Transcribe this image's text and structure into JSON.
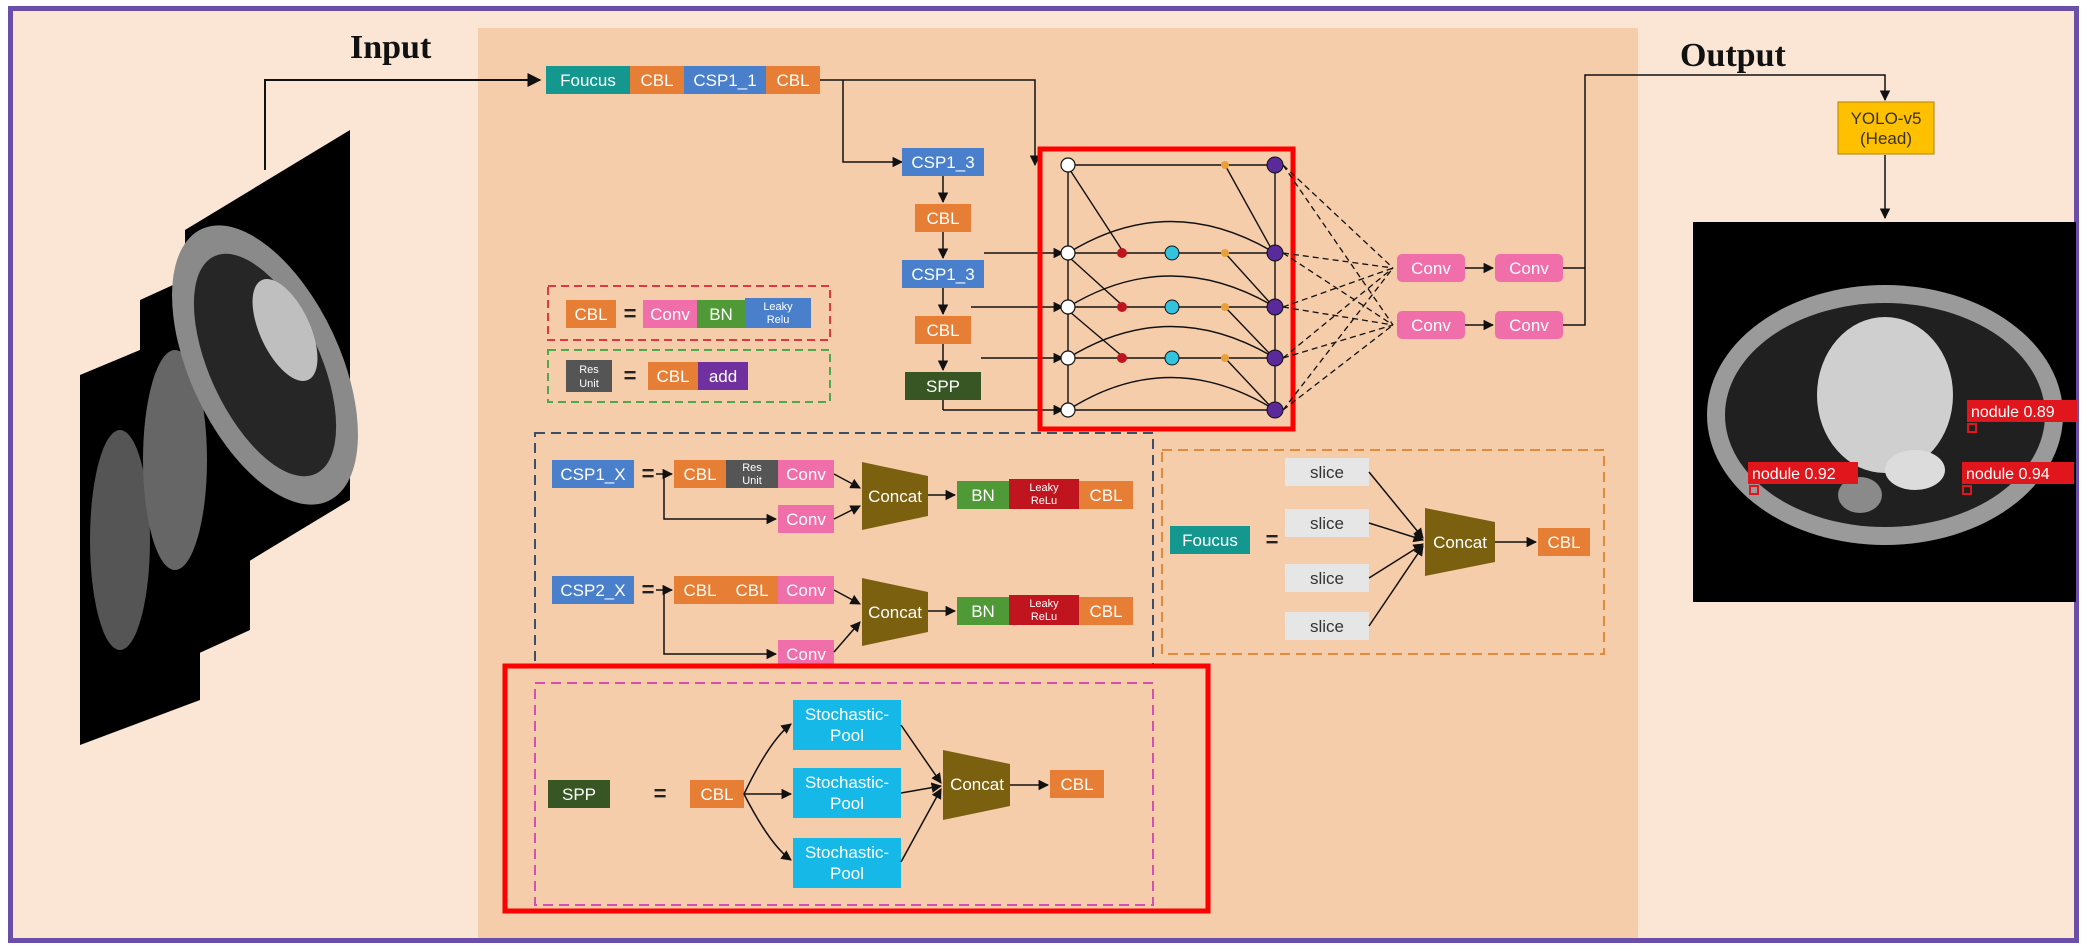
{
  "titles": {
    "input": "Input",
    "output": "Output"
  },
  "backbone": {
    "focus": "Foucus",
    "cbl": "CBL",
    "csp1_1": "CSP1_1",
    "csp1_3": "CSP1_3",
    "spp": "SPP"
  },
  "head": {
    "conv": "Conv",
    "yolo_line1": "YOLO-v5",
    "yolo_line2": "(Head)"
  },
  "legend": {
    "cbl": "CBL",
    "conv": "Conv",
    "bn": "BN",
    "leaky1": "Leaky",
    "leaky2": "Relu",
    "res1": "Res",
    "res2": "Unit",
    "add": "add",
    "equals": "="
  },
  "csp": {
    "csp1_x": "CSP1_X",
    "csp2_x": "CSP2_X",
    "cbl": "CBL",
    "res1": "Res",
    "res2": "Unit",
    "conv": "Conv",
    "concat": "Concat",
    "bn": "BN",
    "leaky1": "Leaky",
    "leaky2": "ReLu"
  },
  "focus_module": {
    "name": "Foucus",
    "slice": "slice",
    "concat": "Concat",
    "cbl": "CBL"
  },
  "spp_module": {
    "name": "SPP",
    "cbl": "CBL",
    "pool1": "Stochastic-",
    "pool2": "Pool",
    "concat": "Concat"
  },
  "detections": [
    {
      "label": "nodule  0.89"
    },
    {
      "label": "nodule  0.92"
    },
    {
      "label": "nodule  0.94"
    }
  ],
  "colors": {
    "frame": "#6b4ea8",
    "background": "#fbe6d6",
    "panel": "#f6cdab",
    "cbl": "#e67e35",
    "csp": "#4a7fcc",
    "focus": "#13978f",
    "conv": "#f06ea9",
    "bn": "#4f9a36",
    "leaky": "#c0141f",
    "concat": "#7b6010",
    "spp": "#375623",
    "stochastic_pool": "#16b8e8",
    "slice": "#e6e6e6",
    "yolo": "#ffc000",
    "highlight": "#ff0000"
  }
}
